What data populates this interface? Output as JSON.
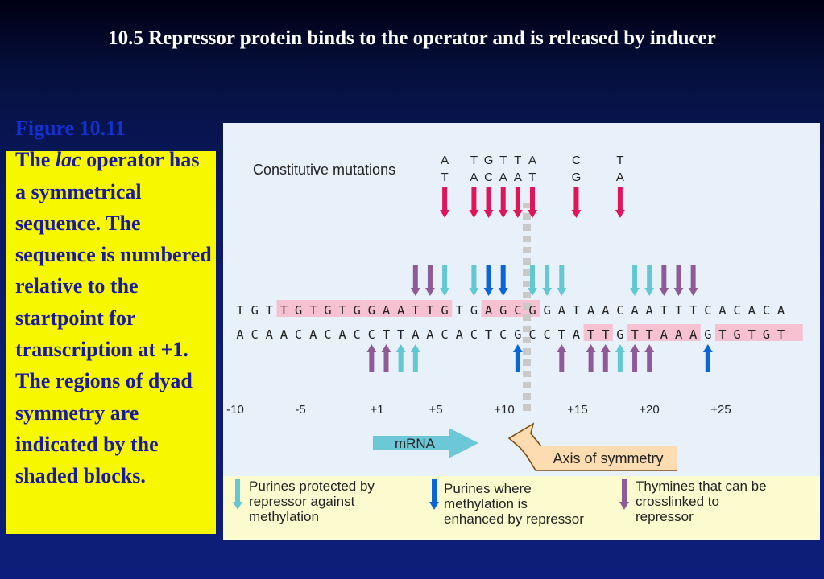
{
  "title": "10.5 Repressor protein binds to the operator and is released by inducer",
  "caption": {
    "figure_label": "Figure 10.11",
    "text_before_italic": "The ",
    "italic_word": "lac",
    "text_after_italic": " operator has a symmetrical sequence. The sequence is numbered relative to the startpoint for transcription at +1. The regions of  dyad symmetry are indicated by the shaded blocks."
  },
  "figure": {
    "mutations_label": "Constitutive mutations",
    "mutations": [
      {
        "top": "A",
        "bottom": "T"
      },
      {
        "top": "TGTTA",
        "bottom": "ACAAT"
      },
      {
        "top": "C",
        "bottom": "G"
      },
      {
        "top": "T",
        "bottom": "A"
      }
    ],
    "top_strand": "TGTTGTGTGGAATTGTGAGCGGATAACAATTTCACACA",
    "bottom_strand": "ACAACACACCTTAACACTCGCCTATTGTTAAAGTGTGT",
    "positions": [
      "-10",
      "-5",
      "+1",
      "+5",
      "+10",
      "+15",
      "+20",
      "+25"
    ],
    "mrna_label": "mRNA",
    "axis_label": "Axis of symmetry",
    "legend": [
      {
        "text": "Purines protected by repressor against methylation",
        "color": "#62c8d2",
        "icon": "light-blue-arrow-icon"
      },
      {
        "text": "Purines where methylation is enhanced by repressor",
        "color": "#0a66d6",
        "icon": "blue-arrow-icon"
      },
      {
        "text": "Thymines that can be crosslinked to repressor",
        "color": "#8e5a98",
        "icon": "purple-arrow-icon"
      }
    ],
    "colors": {
      "mutation_arrow": "#e0145a",
      "shade": "#f6c2d2",
      "protected": "#62c8d2",
      "enhanced": "#0a66d6",
      "crosslink": "#8e5a98",
      "mrna_arrow": "#6cc8d6",
      "axis_callout": "#fcdcb0"
    }
  }
}
